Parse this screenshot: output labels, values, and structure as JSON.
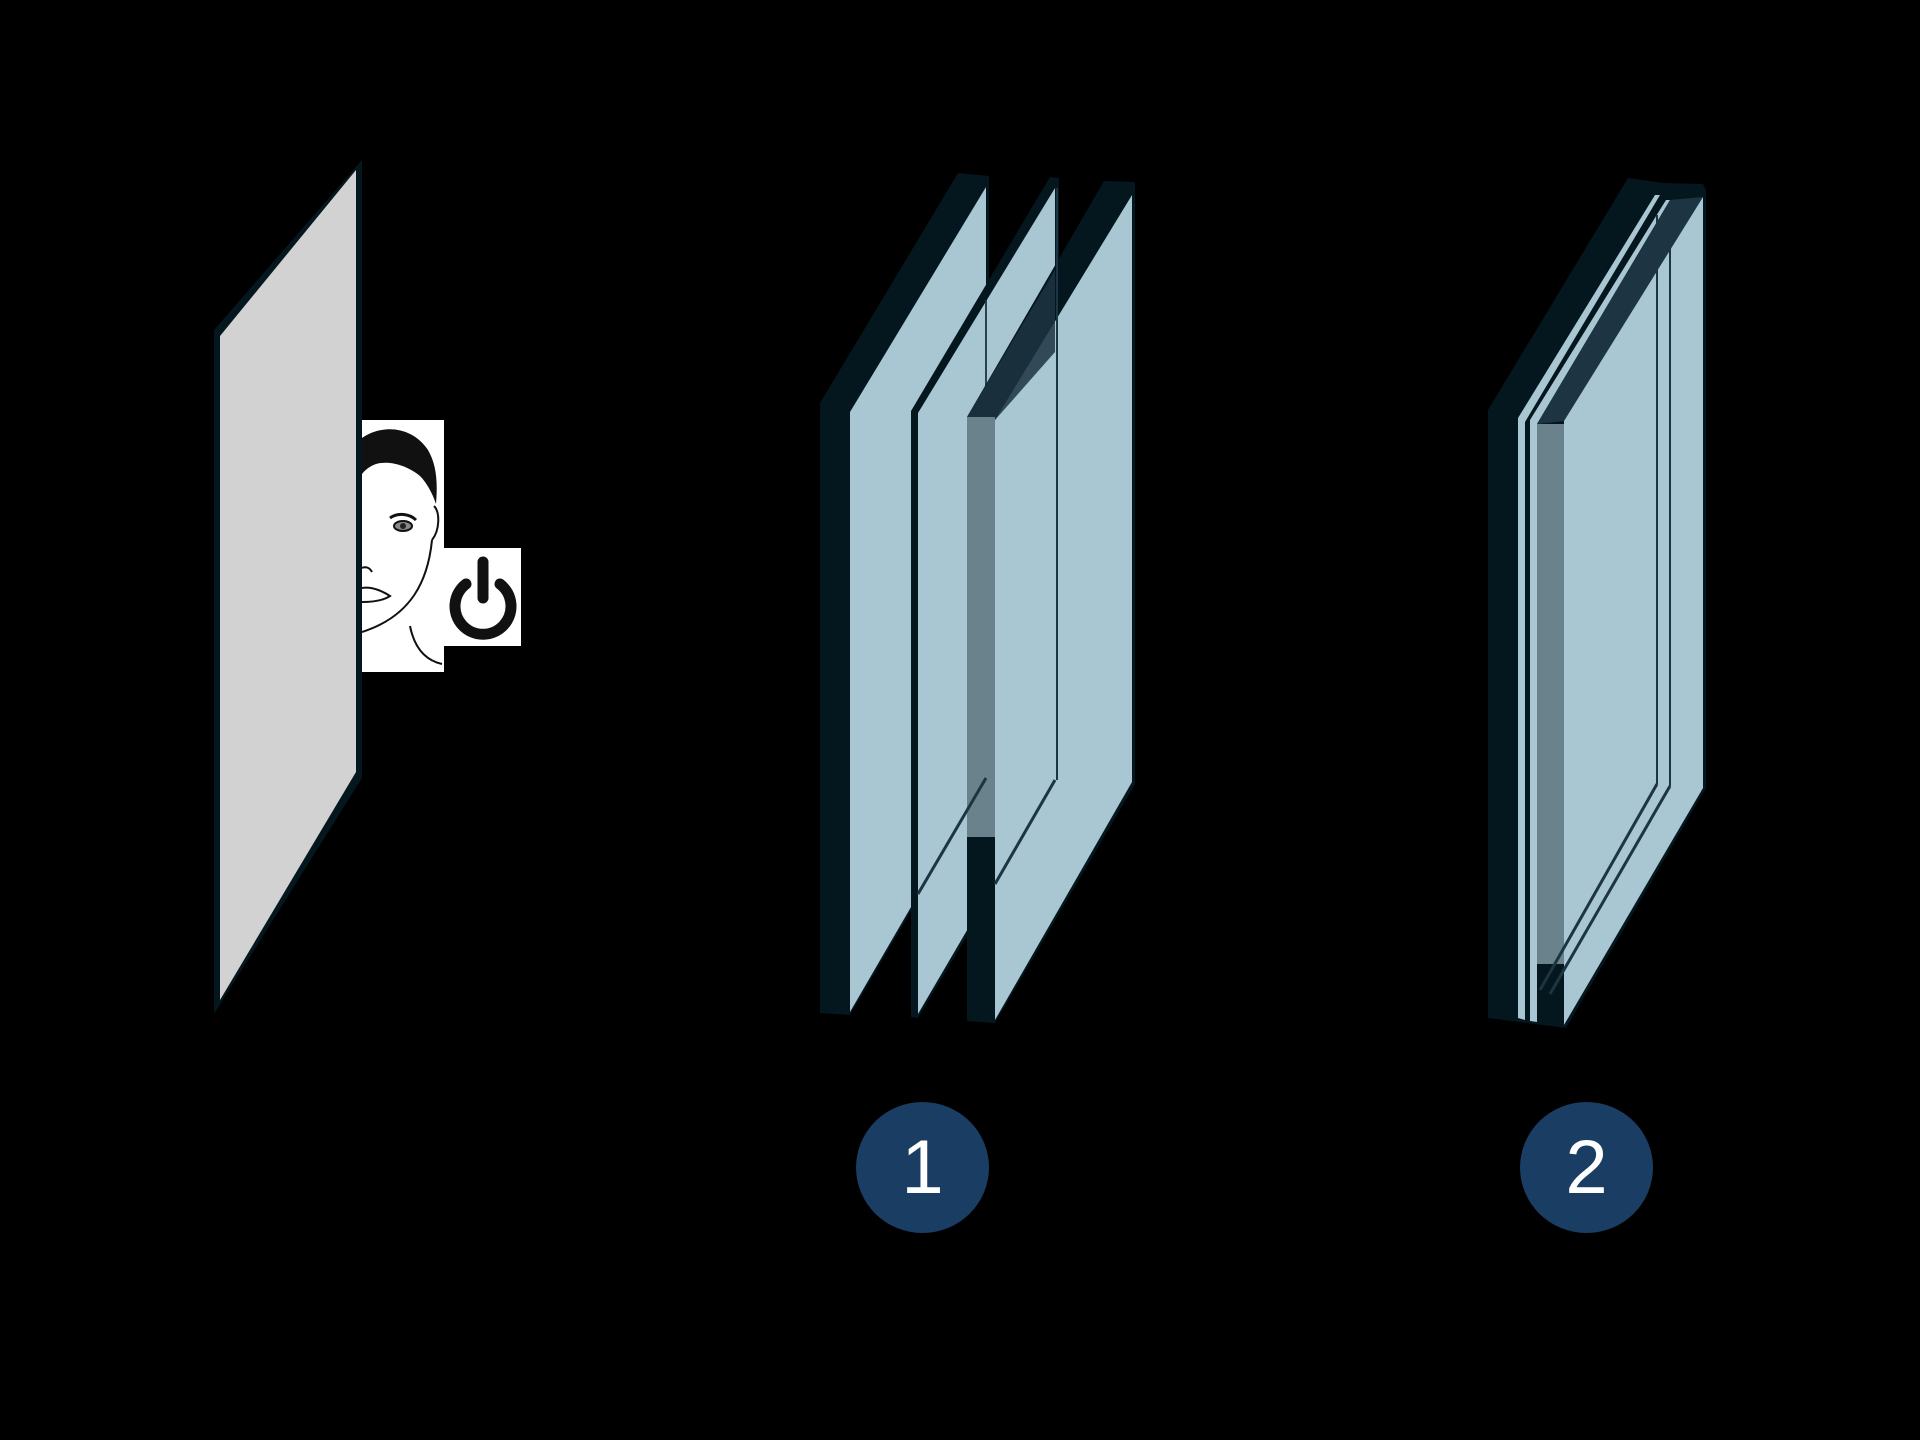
{
  "diagram": {
    "background": "#000000",
    "colors": {
      "edge": "#04171f",
      "single_pane_fill": "#d2d2d2",
      "glass_fill": "#a9c6d3",
      "glass_overlap": "#6a828c",
      "glass_shadow": "#1d3442",
      "badge_fill": "#1a3d63",
      "badge_text": "#ffffff"
    },
    "panels": [
      {
        "id": "single-pane",
        "label": "",
        "description": "single opaque gray pane with viewer and power icon"
      },
      {
        "id": "triple-spaced-glazing",
        "label": "1",
        "description": "three separated glass panes"
      },
      {
        "id": "laminated-glazing",
        "label": "2",
        "description": "laminated stacked glass panes"
      }
    ],
    "icons": {
      "face": "face-icon",
      "power": "power-icon"
    },
    "badges": [
      {
        "text": "1"
      },
      {
        "text": "2"
      }
    ]
  }
}
